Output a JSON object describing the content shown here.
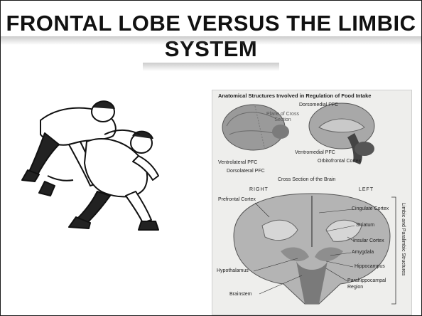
{
  "slide": {
    "title_line1": "FRONTAL LOBE VERSUS THE LIMBIC",
    "title_line2": "SYSTEM"
  },
  "figure": {
    "title": "Anatomical Structures Involved in Regulation of Food Intake",
    "top_labels": {
      "dorsomedial_pfc": "Dorsomedial PFC",
      "plane_of_cross_section": "Plane of Cross Section",
      "ventrolateral_pfc": "Ventrolateral PFC",
      "dorsolateral_pfc": "Dorsolateral PFC",
      "ventromedial_pfc": "Ventromedial PFC",
      "orbitofrontal_cortex": "Orbitofrontal Cortex"
    },
    "cross_section_title": "Cross Section of the Brain",
    "side_right": "RIGHT",
    "side_left": "LEFT",
    "bottom_labels": {
      "prefrontal_cortex": "Prefrontal Cortex",
      "cingulate_cortex": "Cingulate Cortex",
      "striatum": "Striatum",
      "insular_cortex": "Insular Cortex",
      "amygdala": "Amygdala",
      "hippocampus": "Hippocampus",
      "hypothalamus": "Hypothalamus",
      "brainstem": "Brainstem",
      "parahippocampal_line1": "Parahippocampal",
      "parahippocampal_line2": "Region"
    },
    "bracket_label": "Limbic and Paralimbic Structures"
  }
}
